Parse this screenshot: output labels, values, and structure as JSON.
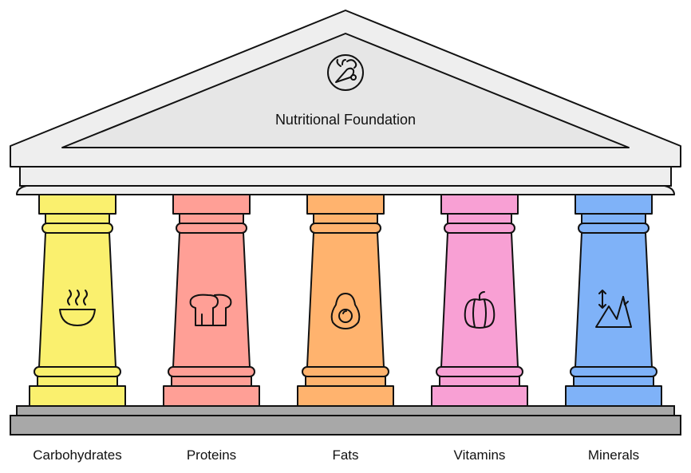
{
  "roof": {
    "title": "Nutritional Foundation",
    "icon": "food-group-icon",
    "fill": "#eeeeee"
  },
  "stroke_color": "#111111",
  "base_fill": "#a8a8a8",
  "pillars": [
    {
      "label": "Carbohydrates",
      "color": "#faf06e",
      "icon": "steaming-bowl-icon"
    },
    {
      "label": "Proteins",
      "color": "#ff9f96",
      "icon": "bread-icon"
    },
    {
      "label": "Fats",
      "color": "#ffb36e",
      "icon": "avocado-icon"
    },
    {
      "label": "Vitamins",
      "color": "#f8a0d4",
      "icon": "bell-pepper-icon"
    },
    {
      "label": "Minerals",
      "color": "#7fb2f8",
      "icon": "mountain-icon"
    }
  ]
}
